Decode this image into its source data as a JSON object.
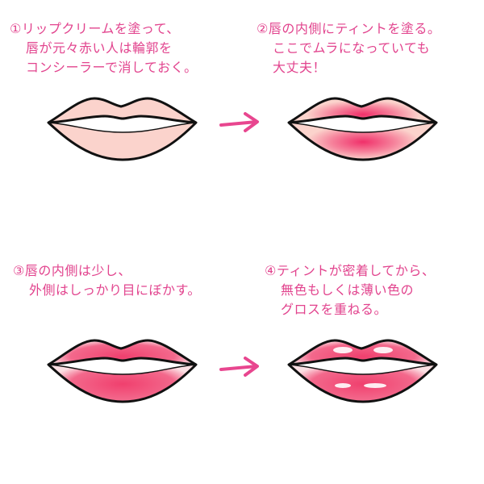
{
  "steps": [
    {
      "lines": [
        "①リップクリームを塗って、",
        "唇が元々赤い人は輪郭を",
        "コンシーラーで消しておく。"
      ],
      "lip_fill": "#fbd3cc",
      "tint_color": null,
      "gloss": false
    },
    {
      "lines": [
        "②唇の内側にティントを塗る。",
        "ここでムラになっていても",
        "大丈夫！"
      ],
      "lip_fill": "#fbd3cc",
      "tint_color": "#f0306a",
      "gloss": false
    },
    {
      "lines": [
        "③唇の内側は少し、",
        "外側はしっかり目にぼかす。"
      ],
      "lip_fill": "#fce0e4",
      "tint_color": "#f0406e",
      "gloss": false
    },
    {
      "lines": [
        "④ティントが密着してから、",
        "無色もしくは薄い色の",
        "グロスを重ねる。"
      ],
      "lip_fill": "#fce0e4",
      "tint_color": "#f0406e",
      "gloss": true
    }
  ],
  "colors": {
    "text": "#e2448e",
    "arrow": "#e8468f",
    "outline": "#111111"
  }
}
